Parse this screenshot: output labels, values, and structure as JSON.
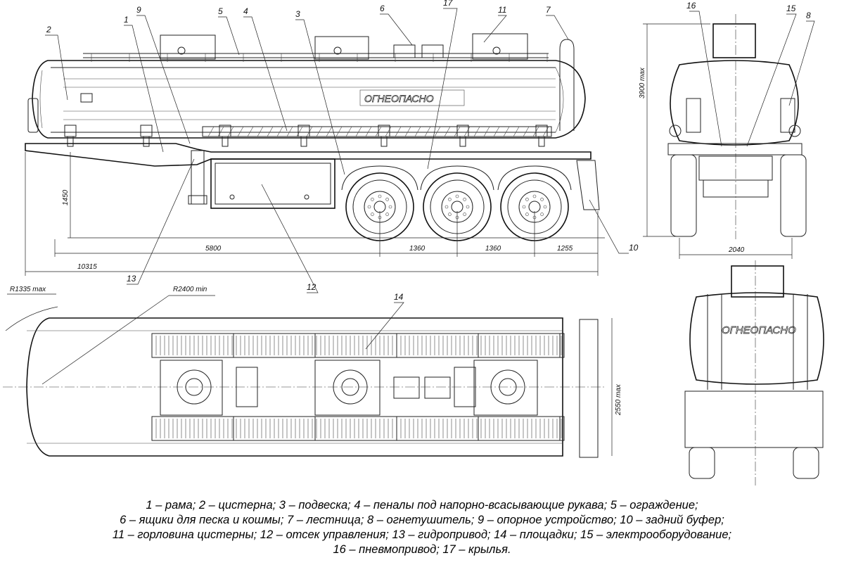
{
  "callouts": {
    "n1": "1",
    "n2": "2",
    "n3": "3",
    "n4": "4",
    "n5": "5",
    "n6": "6",
    "n7": "7",
    "n8": "8",
    "n9": "9",
    "n10": "10",
    "n11": "11",
    "n12": "12",
    "n13": "13",
    "n14": "14",
    "n15": "15",
    "n16": "16",
    "n17": "17"
  },
  "dimensions": {
    "d5800": "5800",
    "d1360a": "1360",
    "d1360b": "1360",
    "d1255": "1255",
    "d10315": "10315",
    "d1450": "1450",
    "d3900": "3900 max",
    "d2040": "2040",
    "d2550": "2550 max",
    "r1335": "R1335 max",
    "r2400": "R2400 min"
  },
  "tank_marking": "ОГНЕОПАСНО",
  "legend": [
    "1 – рама; 2 – цистерна; 3 – подвеска; 4 – пеналы под напорно-всасывающие рукава; 5 – ограждение;",
    "6 – ящики для песка и кошмы; 7 – лестница; 8 – огнетушитель; 9 – опорное устройство; 10 – задний буфер;",
    "11 – горловина цистерны; 12 – отсек управления; 13 – гидропривод; 14 – площадки; 15 – электрооборудование;",
    "16 – пневмопривод; 17 – крылья."
  ]
}
